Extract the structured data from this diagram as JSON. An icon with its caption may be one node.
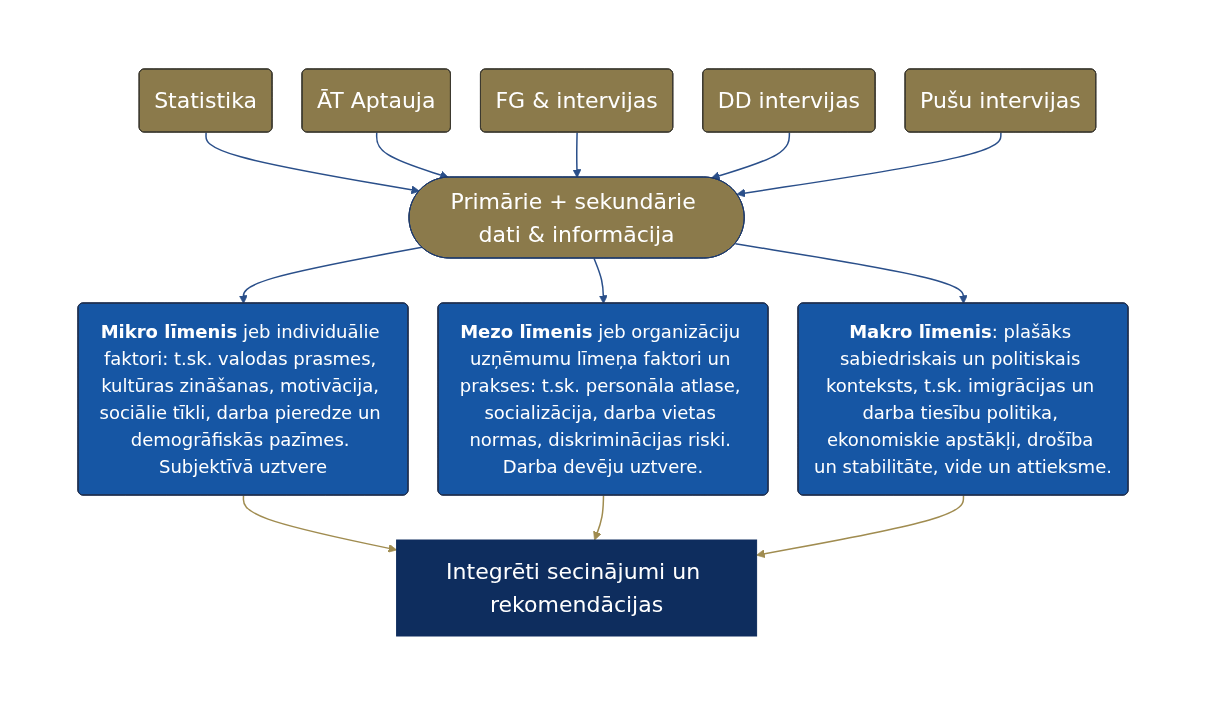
{
  "diagram": {
    "nodes": [
      {
        "text": [
          "Statistika"
        ]
      },
      {
        "text": [
          "ĀT Aptauja"
        ]
      },
      {
        "text": [
          "FG & intervijas"
        ]
      },
      {
        "text": [
          "DD intervijas"
        ]
      },
      {
        "text": [
          "Pušu intervijas"
        ]
      },
      {
        "text": [
          "Primārie + sekundārie dati & informācija"
        ]
      },
      {
        "text": [
          "**Mikro līmenis** jeb individuālie faktori: t.sk. valodas prasmes, kultūras zināšanas, motivācija, sociālie tīkli, darba pieredze un demogrāfiskās pazīmes. Subjektīvā uztvere"
        ]
      },
      {
        "text": [
          "**Mezo līmenis** jeb organizāciju uzņēmumu līmeņa faktori un prakses: t.sk. personāla atlase, socializācija, darba vietas normas, diskriminācijas riski. Darba devēju uztvere."
        ]
      },
      {
        "text": [
          "**Makro līmenis**: plašāks sabiedriskais un politiskais konteksts, t.sk. imigrācijas un darba tiesību politika, ekonomiskie apstākļi, drošība un stabilitāte, vide un attieksme."
        ]
      },
      {
        "text": [
          "Integrēti secinājumi un rekomendācijas"
        ]
      }
    ],
    "edges": [
      {
        "from": 0,
        "to": 5,
        "arrow": "to"
      },
      {
        "from": 1,
        "to": 5,
        "arrow": "to"
      },
      {
        "from": 2,
        "to": 5,
        "arrow": "to"
      },
      {
        "from": 3,
        "to": 5,
        "arrow": "to"
      },
      {
        "from": 4,
        "to": 5,
        "arrow": "to"
      },
      {
        "from": 5,
        "to": 6,
        "arrow": "to"
      },
      {
        "from": 5,
        "to": 7,
        "arrow": "to"
      },
      {
        "from": 5,
        "to": 8,
        "arrow": "to"
      },
      {
        "from": 6,
        "to": 9,
        "arrow": "to",
        "color": "#a08c50"
      },
      {
        "from": 7,
        "to": 9,
        "arrow": "to",
        "color": "#a08c50"
      },
      {
        "from": 8,
        "to": 9,
        "arrow": "to",
        "color": "#a08c50"
      }
    ]
  }
}
